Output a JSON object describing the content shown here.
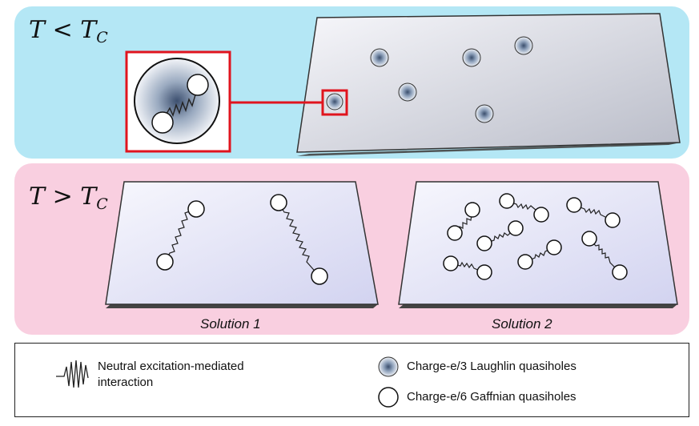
{
  "top_panel": {
    "label_var": "T",
    "label_op": "<",
    "label_var2": "T",
    "label_sub": "C"
  },
  "bottom_panel": {
    "label_var": "T",
    "label_op": ">",
    "label_var2": "T",
    "label_sub": "C",
    "solution1": "Solution 1",
    "solution2": "Solution 2"
  },
  "legend": {
    "spring_text_line1": "Neutral excitation-mediated",
    "spring_text_line2": "interaction",
    "laughlin_text": "Charge-e/3 Laughlin quasiholes",
    "gaffnian_text": "Charge-e/6 Gaffnian quasiholes"
  },
  "colors": {
    "top_bg": "#b4e7f5",
    "bottom_bg": "#f9cfe0",
    "highlight": "#e0141e"
  }
}
